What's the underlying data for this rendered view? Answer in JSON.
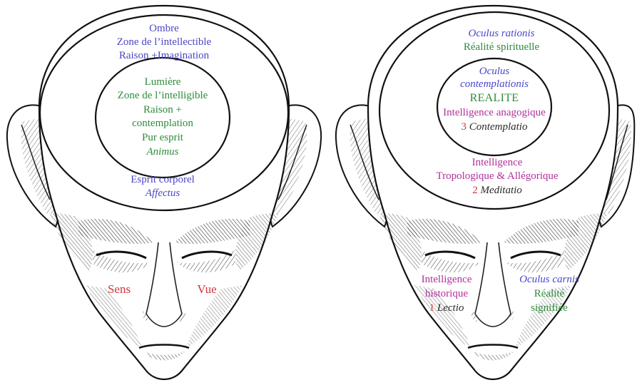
{
  "colors": {
    "blue": "#4a46c8",
    "green": "#2e8b3a",
    "magenta": "#b0309a",
    "red": "#d6333a",
    "dark": "#2a2a2a"
  },
  "left_head": {
    "outer": {
      "line1": "Ombre",
      "line2": "Zone de l’intellectible",
      "line3": "Raison +Imagination"
    },
    "inner": {
      "line1": "Lumière",
      "line2": "Zone de l’intelligible",
      "line3": "Raison +",
      "line4": "contemplation",
      "line5": "Pur esprit",
      "line6": "Animus"
    },
    "lower": {
      "line1": "Esprit corporel",
      "line2": "Affectus"
    },
    "eyes": {
      "left": "Sens",
      "right": "Vue"
    }
  },
  "right_head": {
    "outer": {
      "line1": "Oculus rationis",
      "line2": "Réalité spirituelle"
    },
    "inner": {
      "line1": "Oculus",
      "line2": "contemplationis",
      "line3": "REALITE",
      "line4": "Intelligence anagogique",
      "step_number": "3",
      "step_label": "Contemplatio"
    },
    "lower": {
      "line1": "Intelligence",
      "line2": "Tropologique & Allégorique",
      "step_number": "2",
      "step_label": "Meditatio"
    },
    "left_eye": {
      "line1": "Intelligence",
      "line2": "historique",
      "step_number": "1",
      "step_label": "Lectio"
    },
    "right_eye": {
      "line1": "Oculus carnis",
      "line2": "Réalité",
      "line3": "signifiée"
    }
  }
}
